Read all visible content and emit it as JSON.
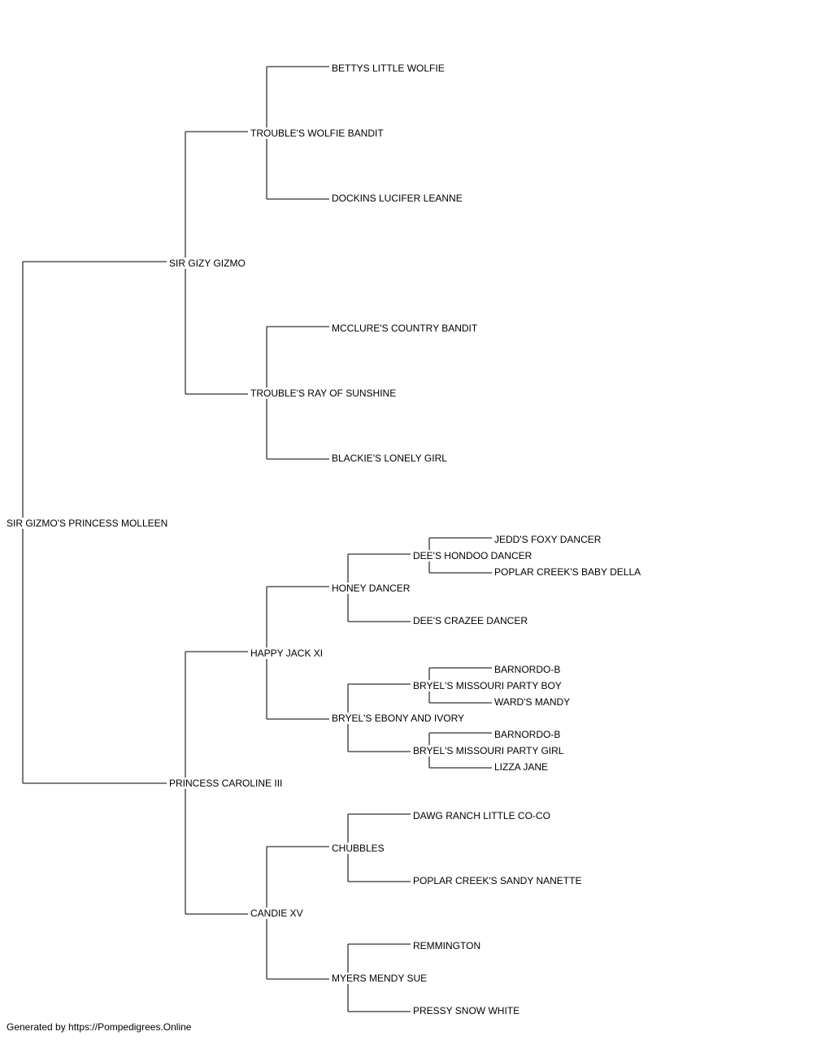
{
  "pedigree": {
    "subject": "SIR GIZMO'S PRINCESS MOLLEEN",
    "sire": "SIR GIZY GIZMO",
    "sire_sire": "TROUBLE'S WOLFIE BANDIT",
    "sire_sire_sire": "BETTYS LITTLE WOLFIE",
    "sire_sire_dam": "DOCKINS LUCIFER LEANNE",
    "sire_dam": "TROUBLE'S RAY OF SUNSHINE",
    "sire_dam_sire": "MCCLURE'S COUNTRY BANDIT",
    "sire_dam_dam": "BLACKIE'S LONELY GIRL",
    "dam": "PRINCESS CAROLINE III",
    "dam_sire": "HAPPY JACK XI",
    "dam_sire_sire": "HONEY DANCER",
    "dam_sire_sire_sire": "DEE'S HONDOO DANCER",
    "dam_sire_sire_sire_sire": "JEDD'S FOXY DANCER",
    "dam_sire_sire_sire_dam": "POPLAR CREEK'S BABY DELLA",
    "dam_sire_sire_dam": "DEE'S CRAZEE DANCER",
    "dam_sire_dam": "BRYEL'S EBONY AND IVORY",
    "dam_sire_dam_sire": "BRYEL'S MISSOURI PARTY BOY",
    "dam_sire_dam_sire_sire": "BARNORDO-B",
    "dam_sire_dam_sire_dam": "WARD'S MANDY",
    "dam_sire_dam_dam": "BRYEL'S MISSOURI PARTY GIRL",
    "dam_sire_dam_dam_sire": "BARNORDO-B",
    "dam_sire_dam_dam_dam": "LIZZA JANE",
    "dam_dam": "CANDIE XV",
    "dam_dam_sire": "CHUBBLES",
    "dam_dam_sire_sire": "DAWG RANCH LITTLE CO-CO",
    "dam_dam_sire_dam": "POPLAR CREEK'S SANDY NANETTE",
    "dam_dam_dam": "MYERS MENDY SUE",
    "dam_dam_dam_sire": "REMMINGTON",
    "dam_dam_dam_dam": "PRESSY SNOW WHITE"
  },
  "footer": "Generated by https://Pompedigrees.Online"
}
